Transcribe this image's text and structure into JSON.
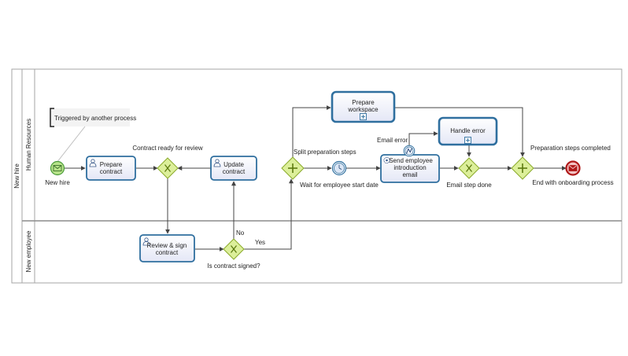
{
  "pool": {
    "name": "New hire"
  },
  "lanes": [
    {
      "name": "Human Resources"
    },
    {
      "name": "New employee"
    }
  ],
  "annotation": {
    "text": "Triggered by another process"
  },
  "events": {
    "start": {
      "label": "New hire",
      "icon": "envelope-icon"
    },
    "timer": {
      "label": "Wait for employee start date",
      "icon": "clock-icon"
    },
    "error_boundary": {
      "label": "Email error",
      "icon": "error-icon"
    },
    "end": {
      "label": "End with onboarding process",
      "icon": "envelope-icon"
    }
  },
  "tasks": {
    "prepare_contract": {
      "line1": "Prepare",
      "line2": "contract",
      "icon": "user-icon"
    },
    "update_contract": {
      "line1": "Update",
      "line2": "contract",
      "icon": "user-icon"
    },
    "review_sign": {
      "line1": "Review & sign",
      "line2": "contract",
      "icon": "user-icon"
    },
    "send_email": {
      "line1": "Send employee",
      "line2": "introduction",
      "line3": "email",
      "icon": "gear-icon"
    }
  },
  "subprocesses": {
    "prepare_workspace": {
      "line1": "Prepare",
      "line2": "workspace",
      "icon": "expand-plus-icon"
    },
    "handle_error": {
      "line1": "Handle error",
      "icon": "expand-plus-icon"
    }
  },
  "gateways": {
    "contract_ready": {
      "label": "Contract ready for review",
      "type": "exclusive"
    },
    "contract_signed": {
      "label": "Is contract signed?",
      "type": "exclusive"
    },
    "split": {
      "label": "Split preparation steps",
      "type": "parallel"
    },
    "email_done": {
      "label": "Email step done",
      "type": "exclusive"
    },
    "prep_done": {
      "label": "Preparation steps completed",
      "type": "parallel"
    }
  },
  "flows": {
    "no": "No",
    "yes": "Yes"
  },
  "colors": {
    "task_border": "#2f6f9f",
    "task_fill": "#eef0fb",
    "gateway_fill": "#dcef9a",
    "gateway_border": "#8aaa2a",
    "start_fill": "#b7e38a",
    "start_border": "#4a9a3a",
    "end_fill": "#f3c3c3",
    "end_border": "#b01818",
    "flow": "#444444"
  }
}
